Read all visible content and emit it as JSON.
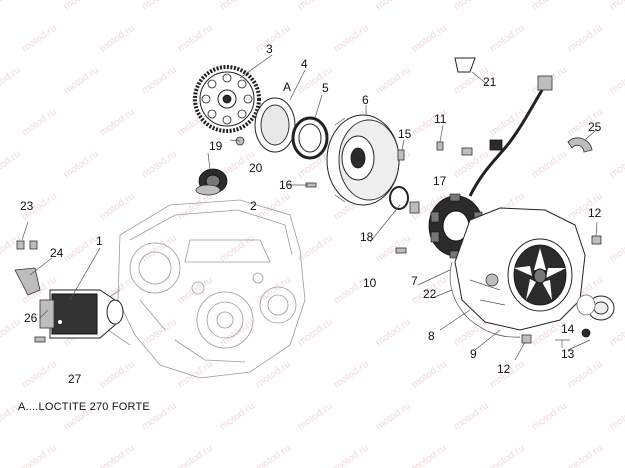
{
  "watermark": "motod.ru",
  "footnote": "A....LOCTITE 270 FORTE",
  "callouts": {
    "c1": "1",
    "c2": "2",
    "c3": "3",
    "c4": "4",
    "cA": "A",
    "c5": "5",
    "c6": "6",
    "c7": "7",
    "c8": "8",
    "c9": "9",
    "c10": "10",
    "c11": "11",
    "c12a": "12",
    "c12b": "12",
    "c13": "13",
    "c14": "14",
    "c15": "15",
    "c16": "16",
    "c17": "17",
    "c18": "18",
    "c19": "19",
    "c20": "20",
    "c21": "21",
    "c22": "22",
    "c23": "23",
    "c24": "24",
    "c25": "25",
    "c26": "26",
    "c27": "27"
  },
  "colors": {
    "watermark": "#e6b9b9",
    "ink": "#111111"
  }
}
